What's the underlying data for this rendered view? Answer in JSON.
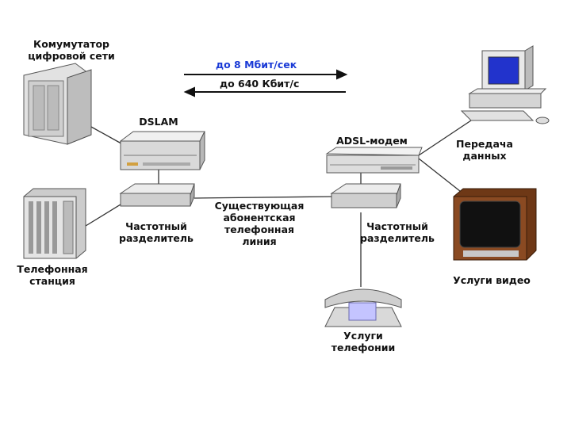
{
  "labels": {
    "switch": [
      "Комумутатор",
      "цифровой сети"
    ],
    "dslam": "DSLAM",
    "phone_station": [
      "Телефонная",
      "станция"
    ],
    "splitter_left": [
      "Частотный",
      "разделитель"
    ],
    "line": [
      "Существующая",
      "абонентская",
      "телефонная",
      "линия"
    ],
    "adsl_modem": "ADSL-модем",
    "splitter_right": [
      "Частотный",
      "разделитель"
    ],
    "data_transfer": [
      "Передача",
      "данных"
    ],
    "video": "Услуги видео",
    "telephony": [
      "Услуги",
      "телефонии"
    ]
  },
  "rates": {
    "downstream": "до 8 Мбит/сек",
    "upstream": "до 640 Кбит/с"
  },
  "colors": {
    "downstream_text": "#1a3ad6",
    "upstream_text": "#111111",
    "device_fill": "#d9d9d9",
    "screen_blue": "#2233cc",
    "tv_body": "#8a4a22"
  }
}
